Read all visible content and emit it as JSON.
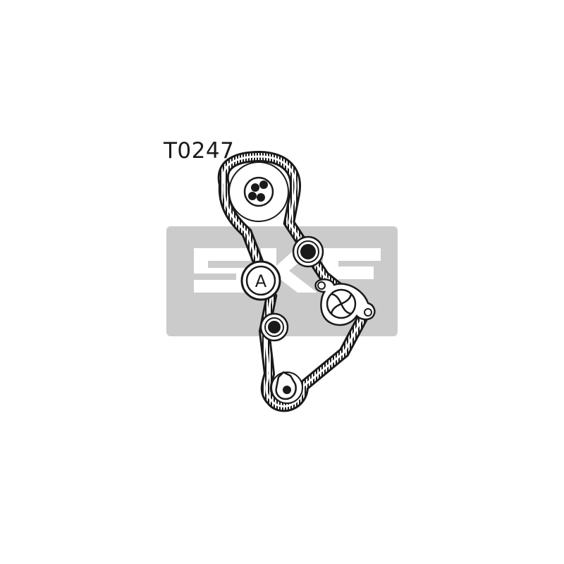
{
  "diagram": {
    "part_code": "T0247",
    "watermark_text": "SKF",
    "tensioner_label": "A"
  },
  "colors": {
    "watermark_band": "#cbcbcb",
    "watermark_letters": "#ffffff",
    "line": "#1a1a1a"
  }
}
